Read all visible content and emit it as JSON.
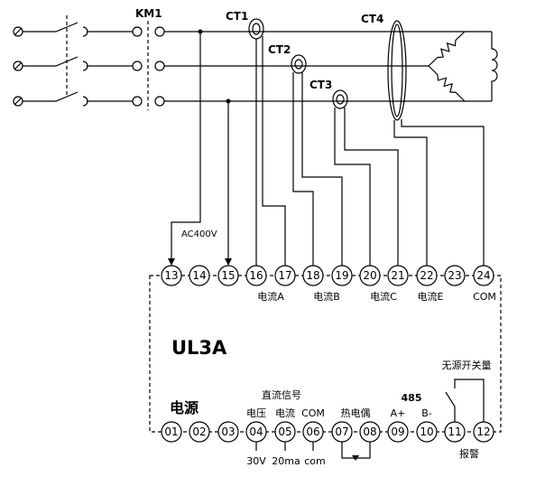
{
  "diagram": {
    "contactor_label": "KM1",
    "ct_labels": [
      "CT1",
      "CT2",
      "CT3",
      "CT4"
    ],
    "supply_voltage_label": "AC400V",
    "device_model": "UL3A"
  },
  "top_terminals": {
    "numbers": [
      "13",
      "14",
      "15",
      "16",
      "17",
      "18",
      "19",
      "20",
      "21",
      "22",
      "23",
      "24"
    ],
    "labels": {
      "current_a": "电流A",
      "current_b": "电流B",
      "current_c": "电流C",
      "current_e": "电流E",
      "com": "COM"
    }
  },
  "bottom_terminals": {
    "numbers": [
      "01",
      "02",
      "03",
      "04",
      "05",
      "06",
      "07",
      "08",
      "09",
      "10",
      "11",
      "12"
    ],
    "power_label": "电源",
    "dc_signal_label": "直流信号",
    "voltage_label": "电压",
    "current_label": "电流",
    "com_label": "COM",
    "voltage_value": "30V",
    "current_value": "20ma",
    "com_value": "com",
    "thermocouple_label": "热电偶",
    "rs485_label": "485",
    "a_plus_label": "A+",
    "b_minus_label": "B-",
    "passive_switch_label": "无源开关量",
    "alarm_label": "报警"
  }
}
